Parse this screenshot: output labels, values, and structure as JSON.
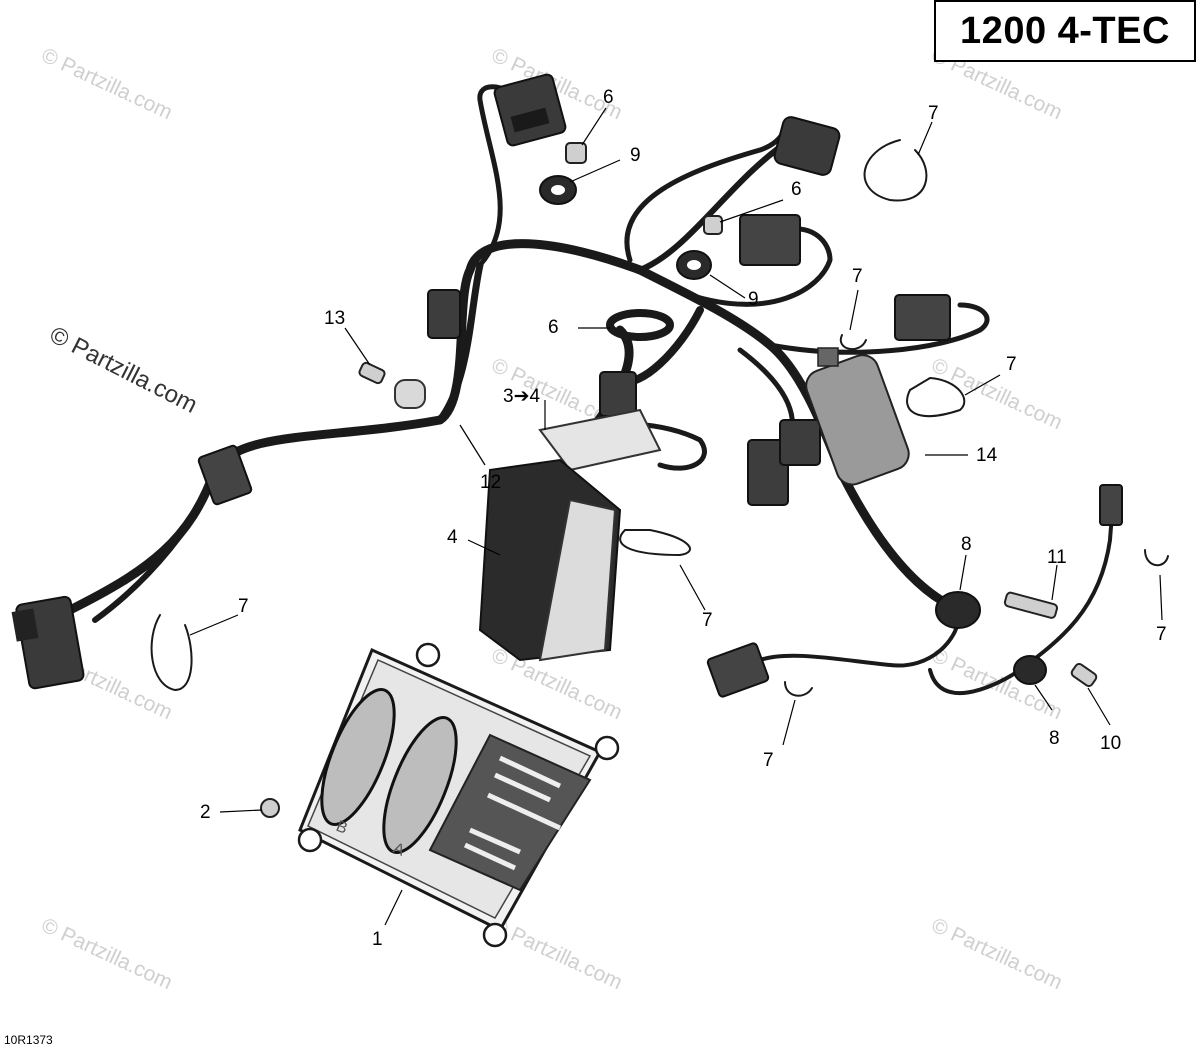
{
  "model_label": "1200 4-TEC",
  "diagram_code": "10R1373",
  "watermark_main": "© Partzilla.com",
  "watermark_tile": "© Partzilla.com",
  "module_letters": {
    "a": "A",
    "b": "B"
  },
  "callouts": {
    "c1": "1",
    "c2": "2",
    "c3": "3➔4",
    "c4": "4",
    "c6a": "6",
    "c6b": "6",
    "c6c": "6",
    "c7a": "7",
    "c7b": "7",
    "c7c": "7",
    "c7d": "7",
    "c7e": "7",
    "c7f": "7",
    "c7g": "7",
    "c8a": "8",
    "c8b": "8",
    "c9a": "9",
    "c9b": "9",
    "c10": "10",
    "c11": "11",
    "c12": "12",
    "c13": "13",
    "c14": "14"
  }
}
